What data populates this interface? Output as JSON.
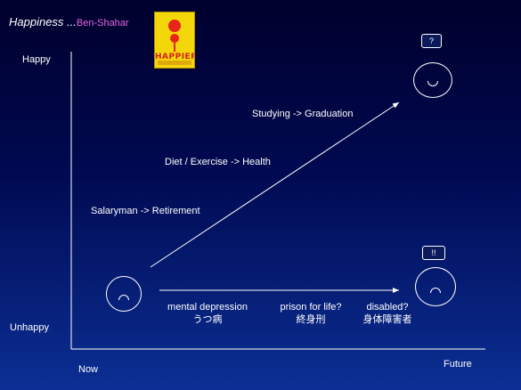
{
  "title": {
    "main": "Happiness ...",
    "author": "Ben-Shahar"
  },
  "book_cover": {
    "text": "HAPPIER"
  },
  "axes": {
    "y_top": "Happy",
    "y_bottom": "Unhappy",
    "x_left": "Now",
    "x_right": "Future"
  },
  "upward_path": {
    "labels": [
      "Studying -> Graduation",
      "Diet / Exercise -> Health",
      "Salaryman -> Retirement"
    ],
    "badge": "?"
  },
  "flat_path": {
    "labels": [
      {
        "en": "mental depression",
        "jp": "うつ病"
      },
      {
        "en": "prison for life?",
        "jp": "終身刑"
      },
      {
        "en": "disabled?",
        "jp": "身体障害者"
      }
    ],
    "badge": "!!"
  },
  "colors": {
    "text": "#ffffff",
    "accent": "#e066e0",
    "book": "#f4d70a"
  }
}
